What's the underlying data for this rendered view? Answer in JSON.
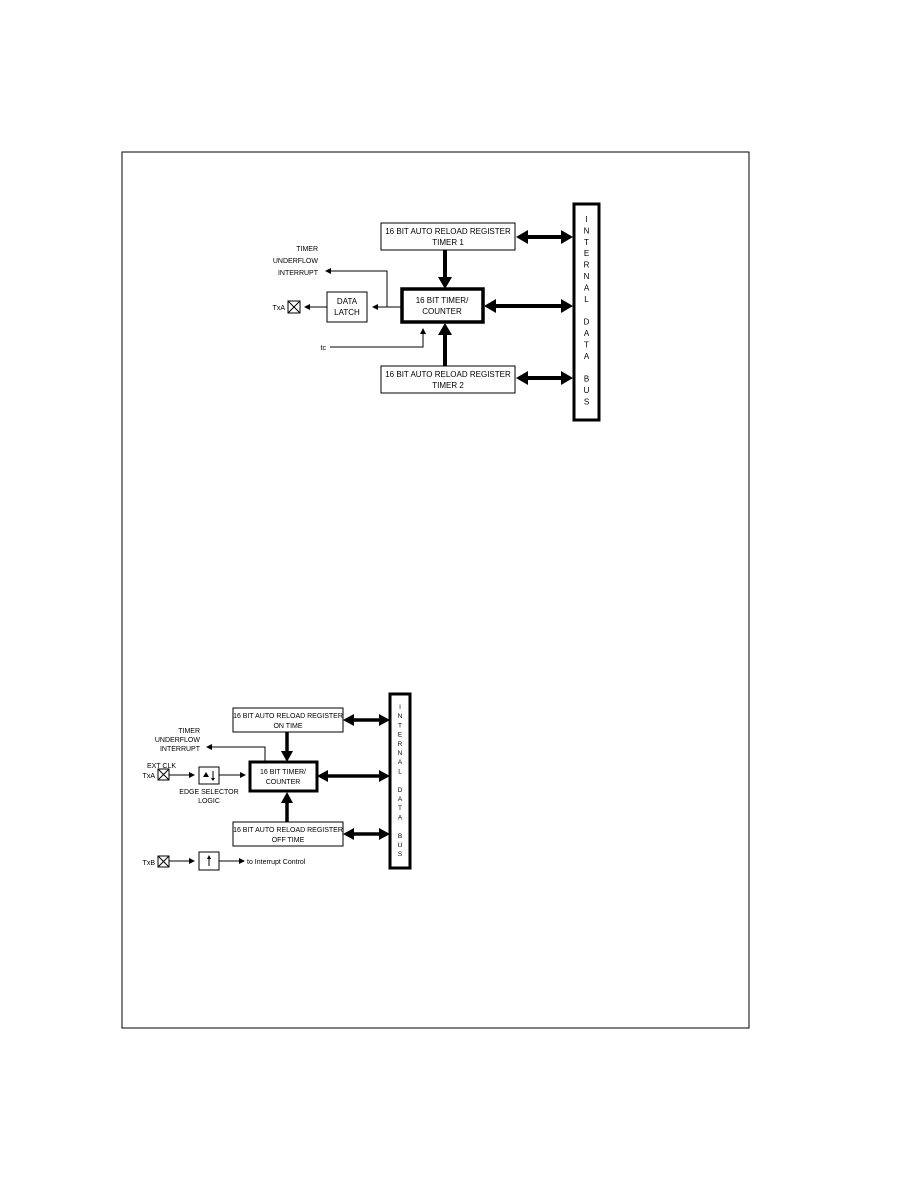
{
  "diagram1": {
    "reload_register_1": [
      "16 BIT AUTO RELOAD REGISTER",
      "TIMER 1"
    ],
    "timer_counter": [
      "16 BIT TIMER/",
      "COUNTER"
    ],
    "data_latch": [
      "DATA",
      "LATCH"
    ],
    "reload_register_2": [
      "16 BIT AUTO RELOAD REGISTER",
      "TIMER 2"
    ],
    "interrupt_label": [
      "TIMER",
      "UNDERFLOW",
      "INTERRUPT"
    ],
    "pin_label": "TxA",
    "clock_label": "tc",
    "bus_label": [
      "I",
      "N",
      "T",
      "E",
      "R",
      "N",
      "A",
      "L",
      "",
      "D",
      "A",
      "T",
      "A",
      "",
      "B",
      "U",
      "S"
    ]
  },
  "diagram2": {
    "reload_register_on": [
      "16 BIT AUTO RELOAD REGISTER",
      "ON TIME"
    ],
    "timer_counter": [
      "16 BIT TIMER/",
      "COUNTER"
    ],
    "reload_register_off": [
      "16 BIT AUTO RELOAD REGISTER",
      "OFF TIME"
    ],
    "interrupt_label": [
      "TIMER",
      "UNDERFLOW",
      "INTERRUPT"
    ],
    "ext_clk_label": "EXT CLK",
    "pin_a_label": "TxA",
    "pin_b_label": "TxB",
    "edge_selector_label": [
      "EDGE SELECTOR",
      "LOGIC"
    ],
    "interrupt_control_label": "to Interrupt Control",
    "bus_label": [
      "I",
      "N",
      "T",
      "E",
      "R",
      "N",
      "A",
      "L",
      "",
      "D",
      "A",
      "T",
      "A",
      "",
      "B",
      "U",
      "S"
    ]
  }
}
